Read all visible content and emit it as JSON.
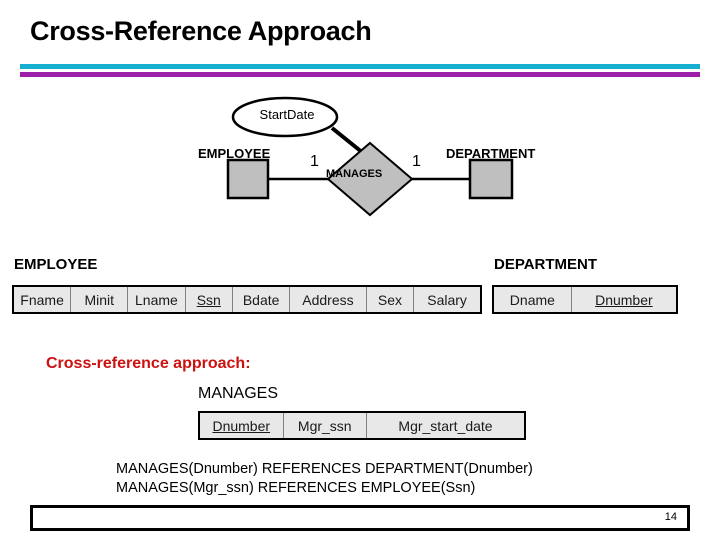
{
  "slide": {
    "title": "Cross-Reference Approach",
    "page_number": "14",
    "accent_cyan": "#15AFD0",
    "accent_purple": "#9B1FA8",
    "accent_red": "#CC1111",
    "shape_fill_gray": "#BFBFBF"
  },
  "er_diagram": {
    "left_entity": "EMPLOYEE",
    "right_entity": "DEPARTMENT",
    "relationship": "MANAGES",
    "attribute": "StartDate",
    "left_cardinality": "1",
    "right_cardinality": "1"
  },
  "schemas": {
    "employee": {
      "title": "EMPLOYEE",
      "columns": [
        {
          "name": "Fname",
          "pk": false
        },
        {
          "name": "Minit",
          "pk": false
        },
        {
          "name": "Lname",
          "pk": false
        },
        {
          "name": "Ssn",
          "pk": true
        },
        {
          "name": "Bdate",
          "pk": false
        },
        {
          "name": "Address",
          "pk": false
        },
        {
          "name": "Sex",
          "pk": false
        },
        {
          "name": "Salary",
          "pk": false
        }
      ]
    },
    "department": {
      "title": "DEPARTMENT",
      "columns": [
        {
          "name": "Dname",
          "pk": false
        },
        {
          "name": "Dnumber",
          "pk": true
        }
      ]
    },
    "manages": {
      "title": "MANAGES",
      "columns": [
        {
          "name": "Dnumber",
          "pk": true
        },
        {
          "name": "Mgr_ssn",
          "pk": false
        },
        {
          "name": "Mgr_start_date",
          "pk": false
        }
      ]
    }
  },
  "cross_reference": {
    "heading": "Cross-reference approach:",
    "constraints": [
      "MANAGES(Dnumber) REFERENCES DEPARTMENT(Dnumber)",
      "MANAGES(Mgr_ssn) REFERENCES EMPLOYEE(Ssn)"
    ]
  }
}
